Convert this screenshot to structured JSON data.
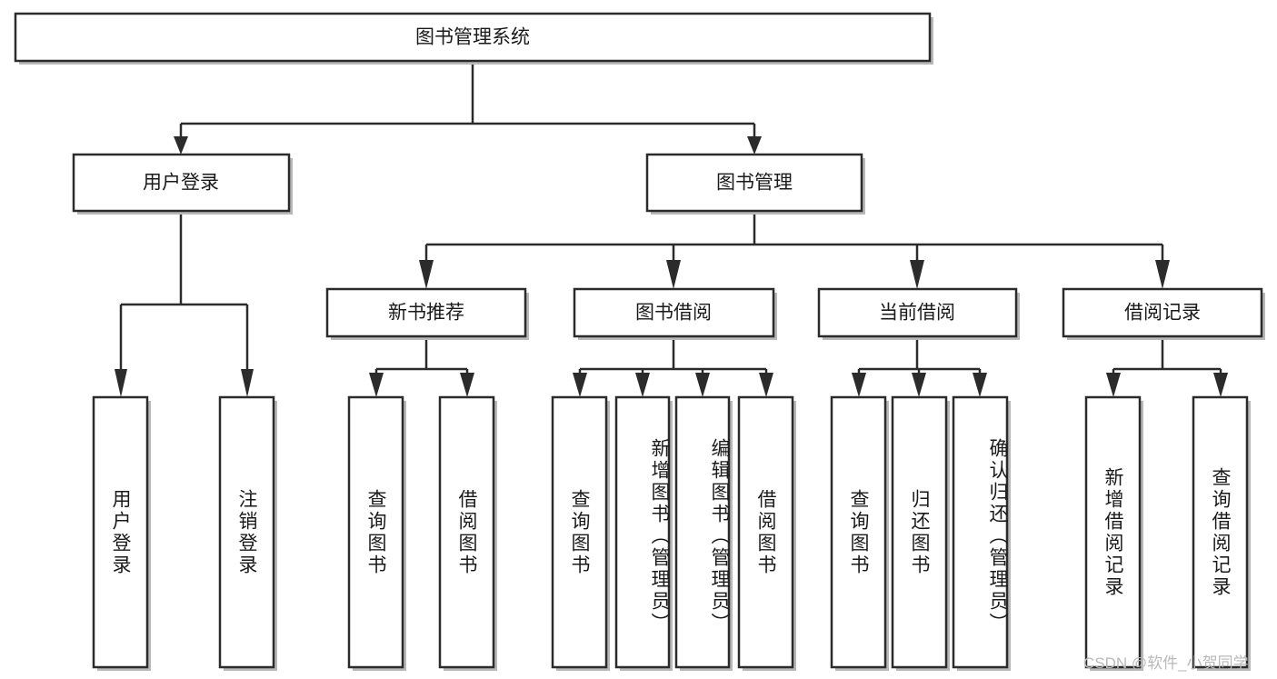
{
  "diagram": {
    "title_node": {
      "label": "图书管理系统"
    },
    "level2": [
      {
        "key": "user_login",
        "label": "用户登录"
      },
      {
        "key": "book_manage",
        "label": "图书管理"
      }
    ],
    "level3": [
      {
        "key": "new_book_rec",
        "label": "新书推荐"
      },
      {
        "key": "book_borrow",
        "label": "图书借阅"
      },
      {
        "key": "current_borrow",
        "label": "当前借阅"
      },
      {
        "key": "borrow_record",
        "label": "借阅记录"
      }
    ],
    "leaves": {
      "user_login": [
        {
          "key": "leaf-user-login",
          "label": "用户登录"
        },
        {
          "key": "leaf-logout-login",
          "label": "注销登录"
        }
      ],
      "new_book_rec": [
        {
          "key": "leaf-query-book-1",
          "label": "查询图书"
        },
        {
          "key": "leaf-borrow-book-1",
          "label": "借阅图书"
        }
      ],
      "book_borrow": [
        {
          "key": "leaf-query-book-2",
          "label": "查询图书"
        },
        {
          "key": "leaf-add-book",
          "label": "新增图书（管理员）"
        },
        {
          "key": "leaf-edit-book",
          "label": "编辑图书（管理员）"
        },
        {
          "key": "leaf-borrow-book-2",
          "label": "借阅图书"
        }
      ],
      "current_borrow": [
        {
          "key": "leaf-query-book-3",
          "label": "查询图书"
        },
        {
          "key": "leaf-return-book",
          "label": "归还图书"
        },
        {
          "key": "leaf-confirm-return",
          "label": "确认归还（管理员）"
        }
      ],
      "borrow_record": [
        {
          "key": "leaf-add-record",
          "label": "新增借阅记录"
        },
        {
          "key": "leaf-query-record",
          "label": "查询借阅记录"
        }
      ]
    }
  },
  "watermark": {
    "text": "CSDN @软件_小贺同学"
  },
  "colors": {
    "stroke": "#2b2b2b",
    "fill": "#ffffff",
    "shadow": "#b8b8b8",
    "text": "#1a1a1a",
    "watermark": "#b9b9b9"
  }
}
